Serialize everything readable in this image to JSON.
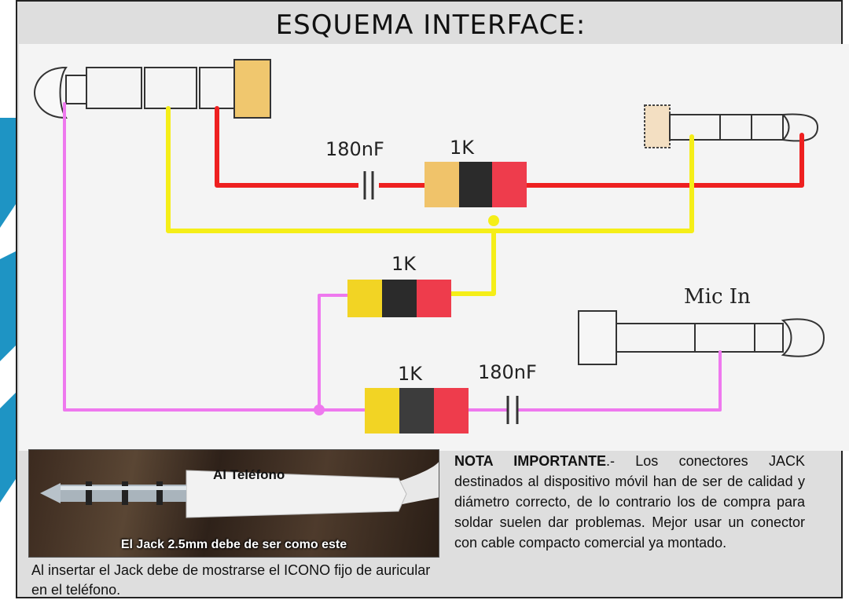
{
  "title": "ESQUEMA INTERFACE:",
  "schematic": {
    "capacitor_top_label": "180nF",
    "resistor_top_label": "1K",
    "resistor_mid_label": "1K",
    "resistor_bottom_label": "1K",
    "capacitor_bottom_label": "180nF",
    "mic_label": "Mic In",
    "wire_colors": {
      "red": "#ee2020",
      "yellow": "#f5ee18",
      "pink": "#ee78ee"
    },
    "resistor_band_colors": [
      "#f2d424",
      "#2b2b2b",
      "#ee3c4c"
    ]
  },
  "photo": {
    "label": "Al Teléfono",
    "caption": "El Jack 2.5mm debe de ser como este"
  },
  "caption": "Al insertar el Jack debe de mostrarse el ICONO fijo de auricular en el teléfono.",
  "note": {
    "bold": "NOTA IMPORTANTE",
    "text": ".- Los conectores JACK destinados al dispositivo móvil han de ser de calidad y diámetro correcto, de lo contrario los de compra para soldar suelen dar problemas. Mejor usar un conector con cable compacto comercial ya montado."
  }
}
